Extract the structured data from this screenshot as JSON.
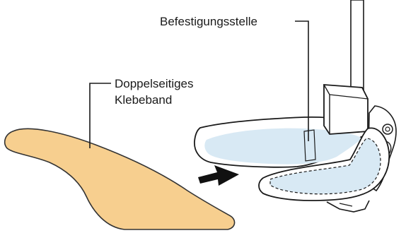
{
  "labels": {
    "attachment_point": "Befestigungsstelle",
    "tape_line1": "Doppelseitiges",
    "tape_line2": "Klebeband"
  },
  "colors": {
    "tape_fill": "#f7cf8f",
    "tape_stroke": "#333333",
    "pad_fill": "#d8e9f4",
    "outline": "#1a1a1a",
    "arrow": "#111111"
  },
  "icons": {
    "insert_arrow": "arrow-right-icon"
  }
}
